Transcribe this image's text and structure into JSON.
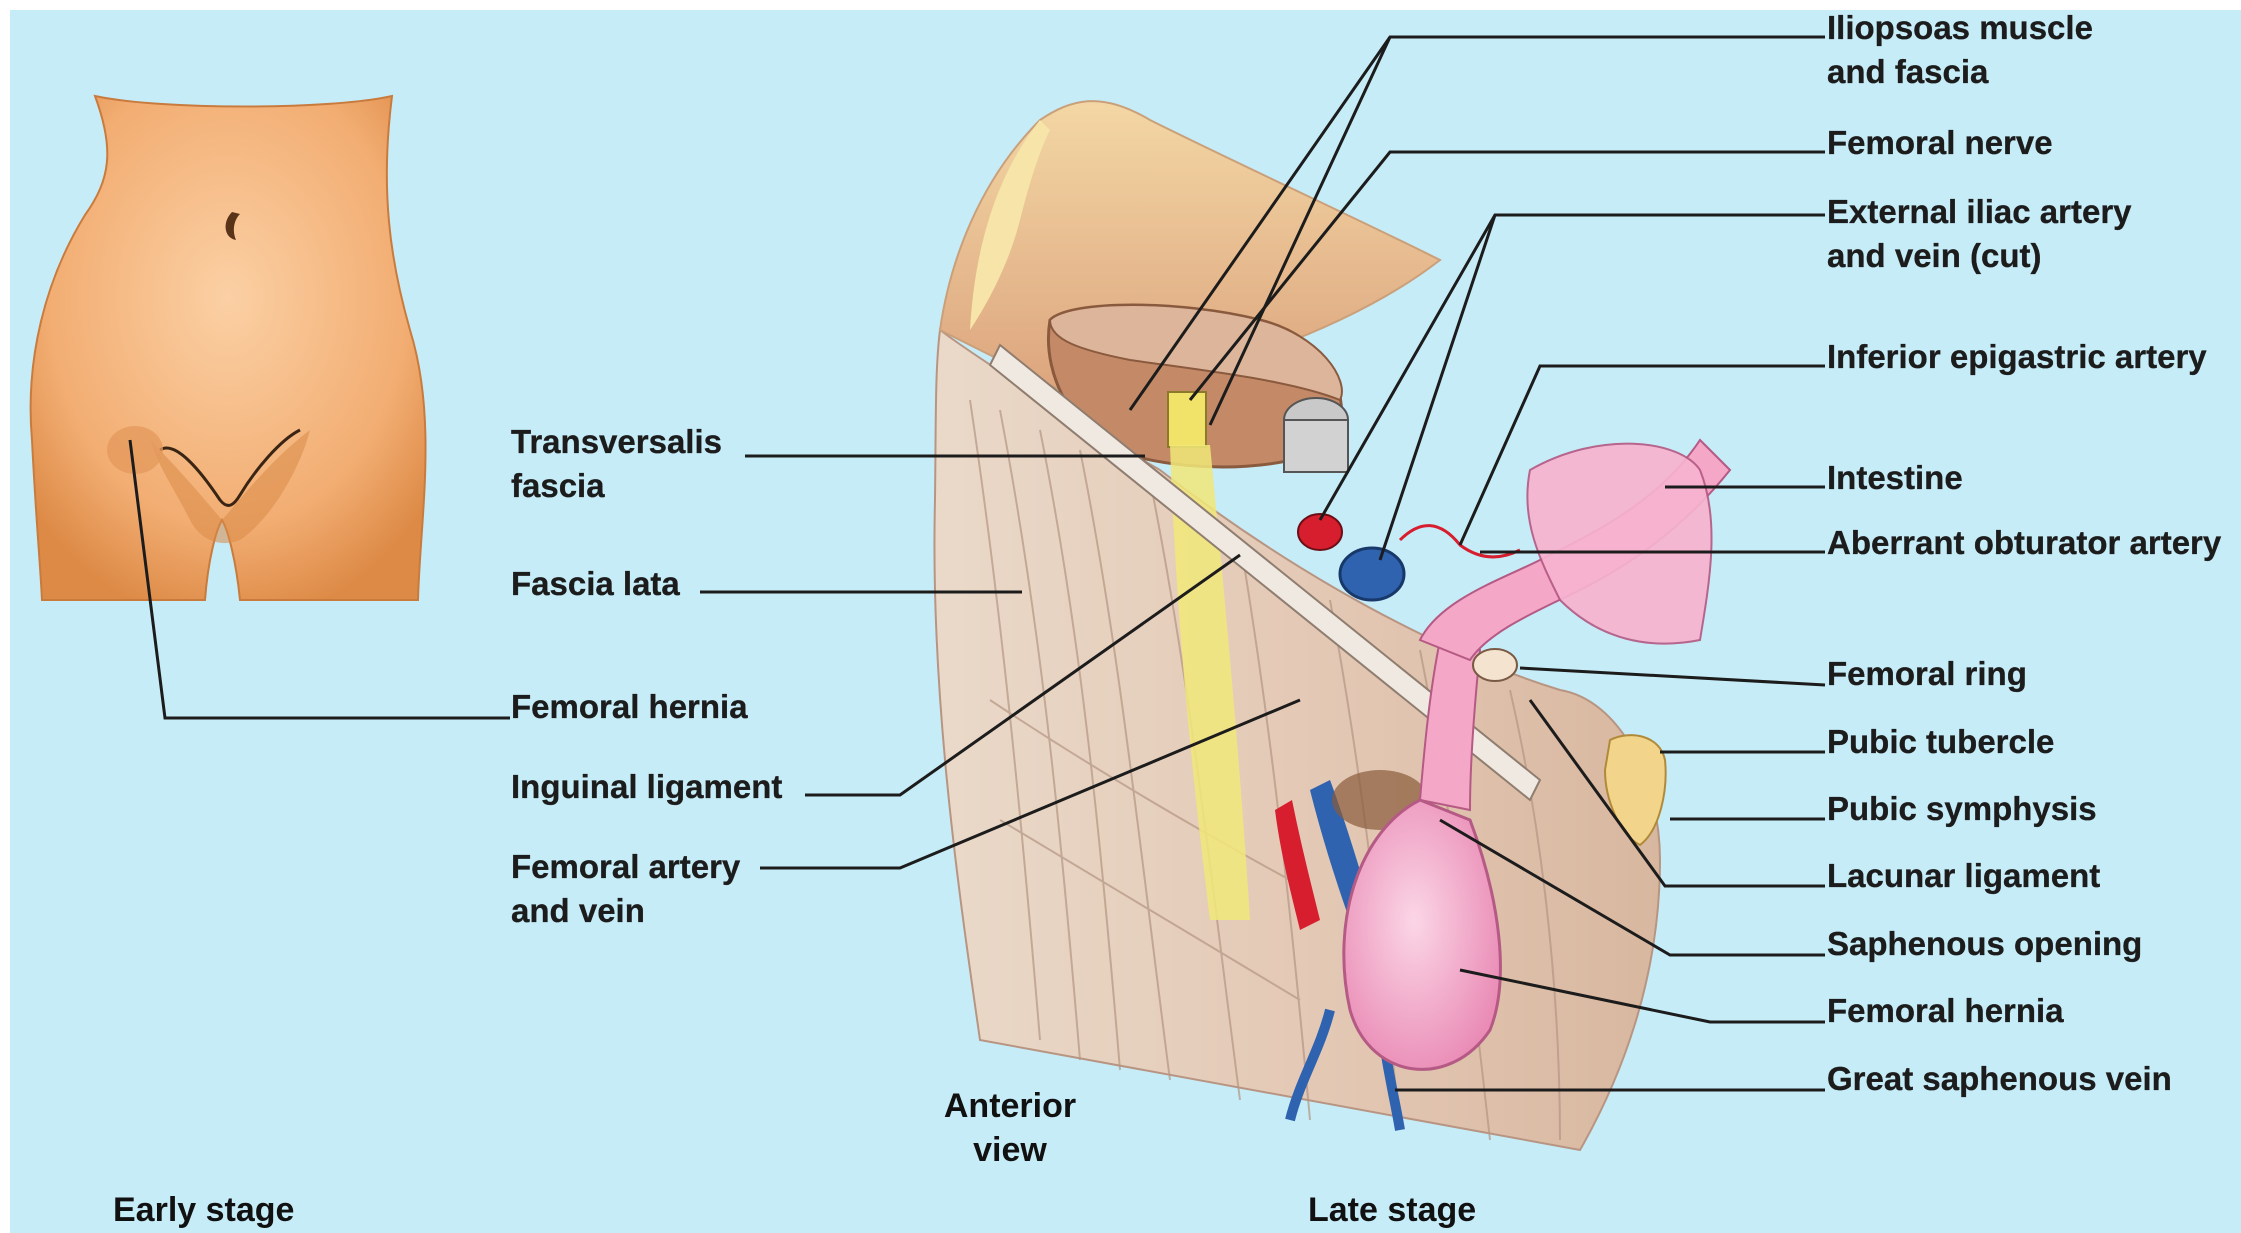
{
  "colors": {
    "background": "#c6ecf8",
    "skin": "#f2b27c",
    "skin_shadow": "#d98a47",
    "hernia": "#f4a7c6",
    "artery": "#d61e2e",
    "vein": "#2f63b0",
    "nerve": "#f0e47a",
    "muscle": "#c78f6e",
    "fascia": "#e7d2c2",
    "leader_line": "#1c1c1c"
  },
  "captions": {
    "early_stage": "Early stage",
    "late_stage": "Late stage",
    "anterior_view_line1": "Anterior",
    "anterior_view_line2": "view"
  },
  "left_labels": {
    "transversalis_line1": "Transversalis",
    "transversalis_line2": "fascia",
    "fascia_lata": "Fascia lata",
    "femoral_hernia": "Femoral hernia",
    "inguinal_ligament": "Inguinal ligament",
    "femoral_artery_line1": "Femoral artery",
    "femoral_artery_line2": "and vein"
  },
  "right_labels": {
    "iliopsoas_line1": "Iliopsoas muscle",
    "iliopsoas_line2": "and fascia",
    "femoral_nerve": "Femoral nerve",
    "external_iliac_line1": "External iliac artery",
    "external_iliac_line2": "and vein (cut)",
    "inferior_epigastric": "Inferior epigastric artery",
    "intestine": "Intestine",
    "aberrant_obturator": "Aberrant obturator artery",
    "femoral_ring": "Femoral ring",
    "pubic_tubercle": "Pubic tubercle",
    "pubic_symphysis": "Pubic symphysis",
    "lacunar_ligament": "Lacunar ligament",
    "saphenous_opening": "Saphenous opening",
    "femoral_hernia": "Femoral hernia",
    "great_saphenous_vein": "Great saphenous vein"
  }
}
